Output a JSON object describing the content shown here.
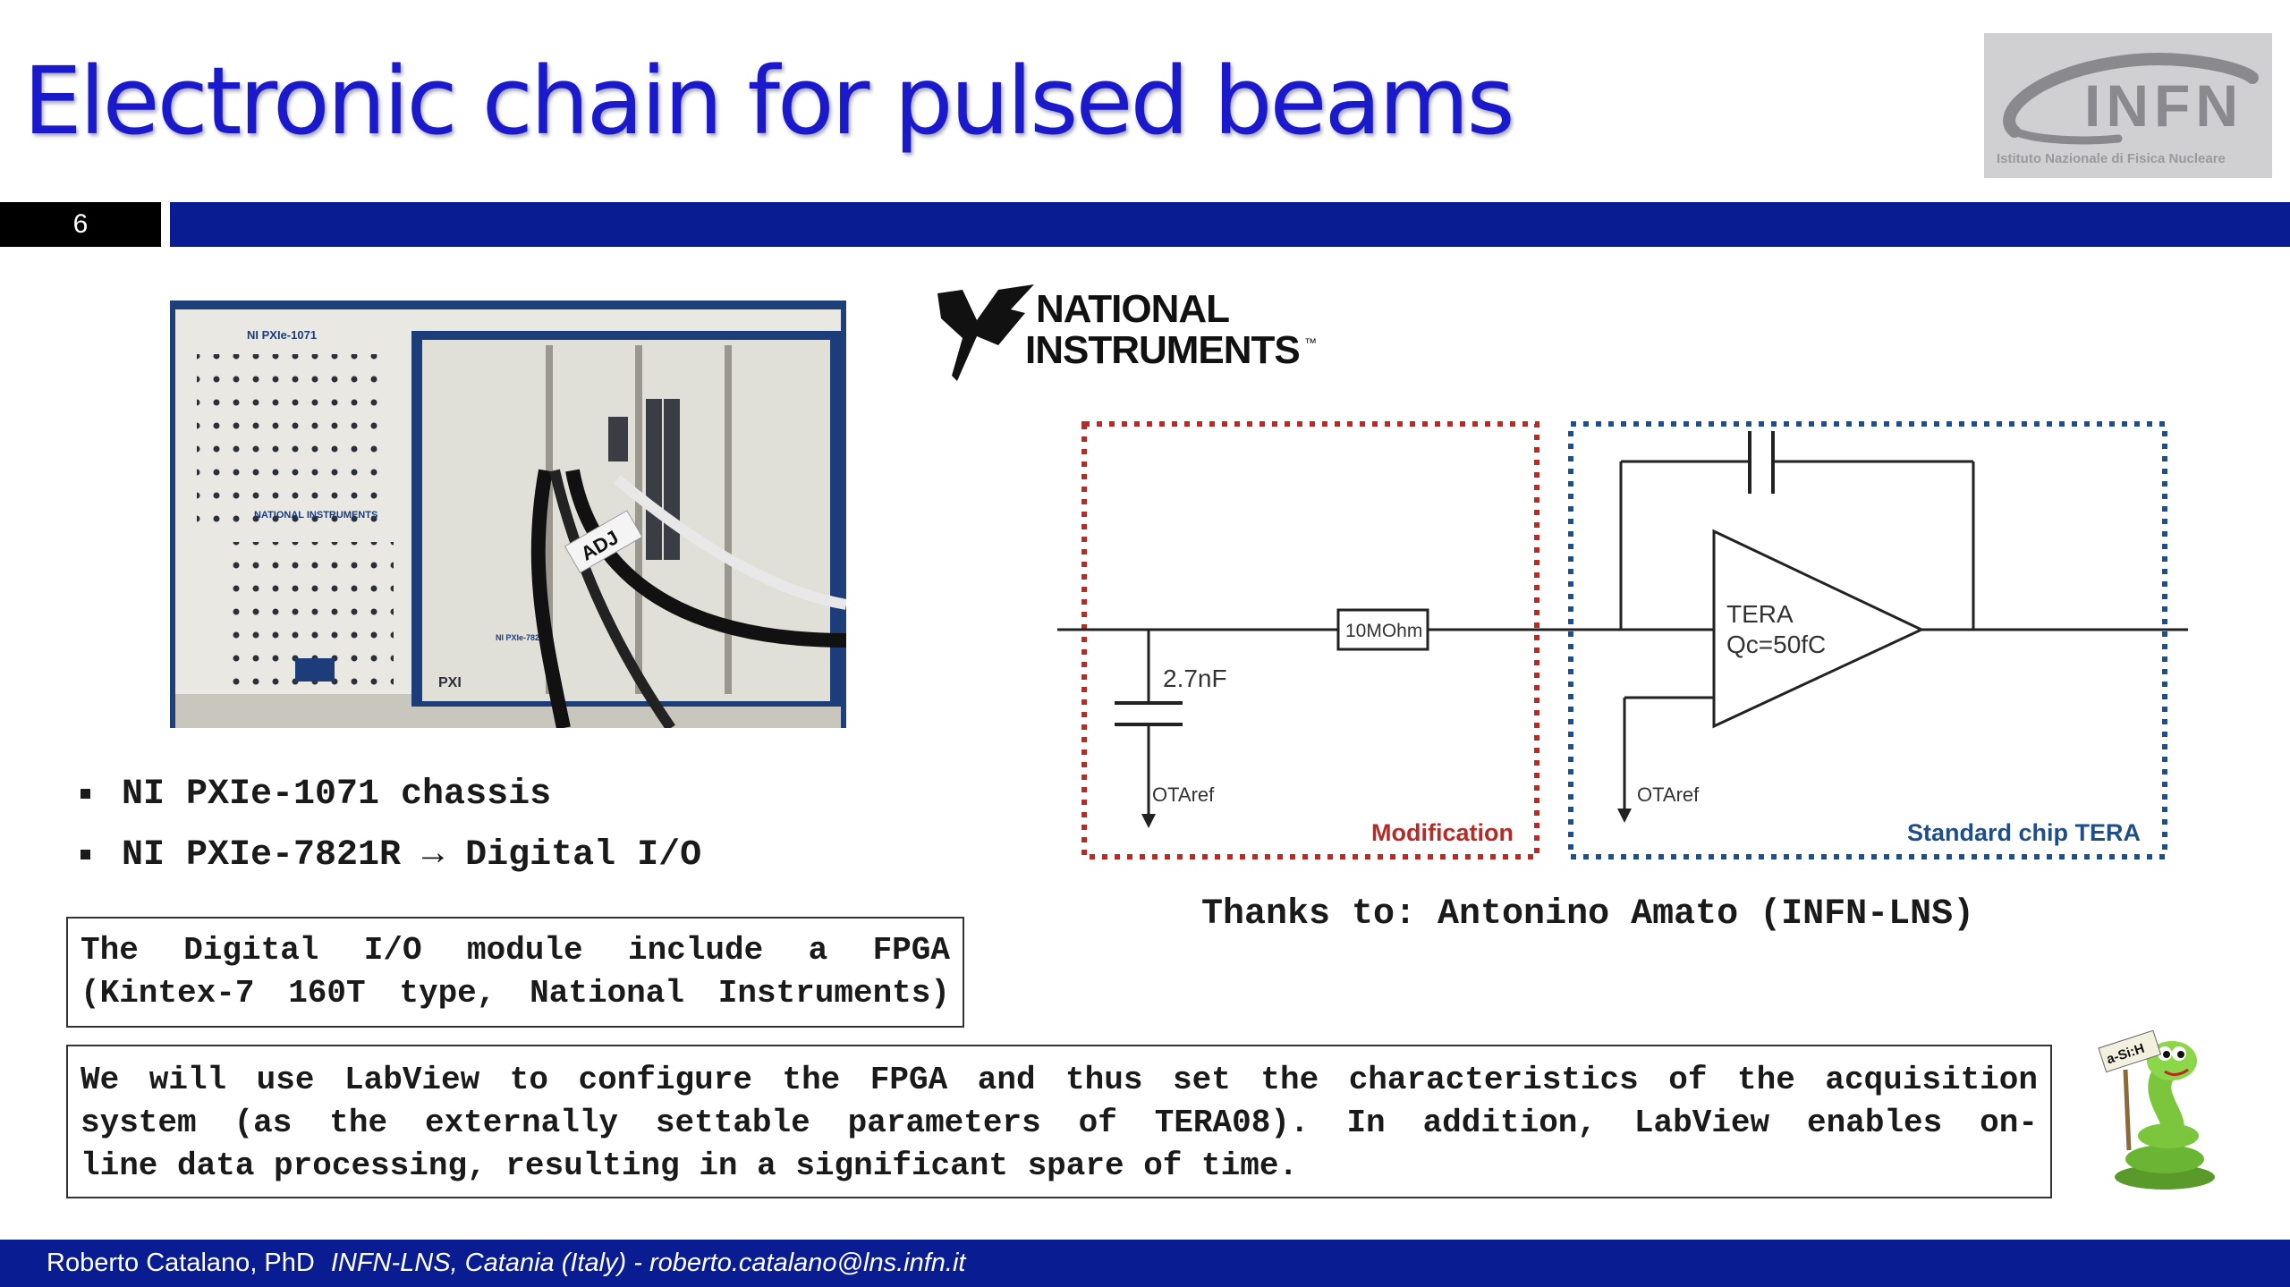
{
  "slide": {
    "title": "Electronic chain for pulsed beams",
    "page_number": "6"
  },
  "infn_logo": {
    "name": "INFN",
    "subtitle": "Istituto Nazionale di Fisica Nucleare",
    "colors": {
      "bg": "#d0d0d2",
      "text": "#8a8a8e",
      "accent": "#3aa0d6"
    }
  },
  "photo": {
    "model_label": "NI PXIe-1071",
    "brand_label": "NATIONAL INSTRUMENTS",
    "module_label": "NI PXIe-7821R",
    "bus_label": "PXI",
    "cable_label": "ADJ"
  },
  "ni_logo": {
    "line1": "NATIONAL",
    "line2": "INSTRUMENTS",
    "tm": "™"
  },
  "bullets": [
    {
      "text": "NI PXIe-1071 chassis"
    },
    {
      "text": "NI PXIe-7821R → Digital I/O"
    }
  ],
  "fpga_box": {
    "line1": "The Digital I/O module include a FPGA",
    "line2": "(Kintex-7 160T type, National Instruments)"
  },
  "labview_box": {
    "line1": "We will use LabView to configure the FPGA and thus set the characteristics of the acquisition",
    "line2": "system (as the externally settable parameters of TERA08). In addition, LabView enables on-",
    "line3": "line data processing, resulting in a significant spare of time."
  },
  "thanks": "Thanks to: Antonino Amato (INFN-LNS)",
  "circuit": {
    "capacitor_label": "2.7nF",
    "resistor_label": "10MOhm",
    "ota_left": "OTAref",
    "ota_right": "OTAref",
    "amp_name": "TERA",
    "amp_qc": "Qc=50fC",
    "modification_label": "Modification",
    "standard_label": "Standard chip TERA",
    "colors": {
      "modification": "#b82a26",
      "standard": "#1f4f8a",
      "wire": "#222222"
    }
  },
  "mascot": {
    "sign_text": "a-Si:H"
  },
  "footer": {
    "author": "Roberto Catalano, PhD",
    "affiliation": "INFN-LNS, Catania (Italy) - roberto.catalano@lns.infn.it"
  },
  "colors": {
    "title": "#1a1acc",
    "bar": "#0a1c91",
    "page_box": "#000000"
  }
}
